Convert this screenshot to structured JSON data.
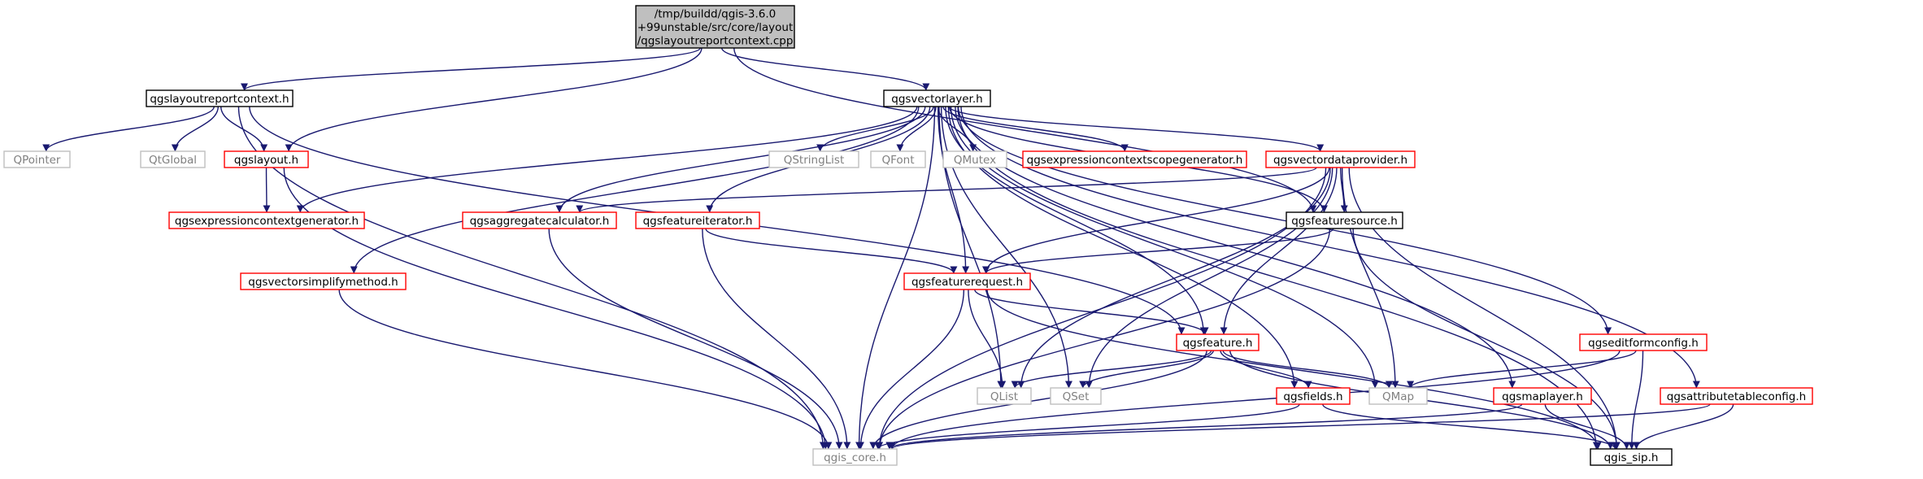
{
  "colors": {
    "edge": "#191970",
    "root_fill": "#bfbfbf",
    "root_stroke": "#000000",
    "plain_stroke": "#000000",
    "missing_stroke": "#ff0000",
    "external_stroke": "#bfbfbf",
    "external_text": "#808080"
  },
  "nodes": [
    {
      "id": "root",
      "lines": [
        "/tmp/buildd/qgis-3.6.0",
        "+99unstable/src/core/layout",
        "/qgslayoutreportcontext.cpp"
      ],
      "style": "root"
    },
    {
      "id": "reportctx",
      "lines": [
        "qgslayoutreportcontext.h"
      ],
      "style": "plain"
    },
    {
      "id": "vectorlayer",
      "lines": [
        "qgsvectorlayer.h"
      ],
      "style": "plain"
    },
    {
      "id": "qpointer",
      "lines": [
        "QPointer"
      ],
      "style": "external"
    },
    {
      "id": "qtglobal",
      "lines": [
        "QtGlobal"
      ],
      "style": "external"
    },
    {
      "id": "layout",
      "lines": [
        "qgslayout.h"
      ],
      "style": "missing"
    },
    {
      "id": "exprctxgen",
      "lines": [
        "qgsexpressioncontextgenerator.h"
      ],
      "style": "missing"
    },
    {
      "id": "qstringlist",
      "lines": [
        "QStringList"
      ],
      "style": "external"
    },
    {
      "id": "qfont",
      "lines": [
        "QFont"
      ],
      "style": "external"
    },
    {
      "id": "qmutex",
      "lines": [
        "QMutex"
      ],
      "style": "external"
    },
    {
      "id": "exprscopegen",
      "lines": [
        "qgsexpressioncontextscopegenerator.h"
      ],
      "style": "missing"
    },
    {
      "id": "vdp",
      "lines": [
        "qgsvectordataprovider.h"
      ],
      "style": "missing"
    },
    {
      "id": "aggcalc",
      "lines": [
        "qgsaggregatecalculator.h"
      ],
      "style": "missing"
    },
    {
      "id": "featiter",
      "lines": [
        "qgsfeatureiterator.h"
      ],
      "style": "missing"
    },
    {
      "id": "featsource",
      "lines": [
        "qgsfeaturesource.h"
      ],
      "style": "plain"
    },
    {
      "id": "simplify",
      "lines": [
        "qgsvectorsimplifymethod.h"
      ],
      "style": "missing"
    },
    {
      "id": "featreq",
      "lines": [
        "qgsfeaturerequest.h"
      ],
      "style": "missing"
    },
    {
      "id": "feature",
      "lines": [
        "qgsfeature.h"
      ],
      "style": "missing"
    },
    {
      "id": "editform",
      "lines": [
        "qgseditformconfig.h"
      ],
      "style": "missing"
    },
    {
      "id": "qlist",
      "lines": [
        "QList"
      ],
      "style": "external"
    },
    {
      "id": "qset",
      "lines": [
        "QSet"
      ],
      "style": "external"
    },
    {
      "id": "fields",
      "lines": [
        "qgsfields.h"
      ],
      "style": "missing"
    },
    {
      "id": "qmap",
      "lines": [
        "QMap"
      ],
      "style": "external"
    },
    {
      "id": "maplayer",
      "lines": [
        "qgsmaplayer.h"
      ],
      "style": "missing"
    },
    {
      "id": "attrtable",
      "lines": [
        "qgsattributetableconfig.h"
      ],
      "style": "missing"
    },
    {
      "id": "core",
      "lines": [
        "qgis_core.h"
      ],
      "style": "external"
    },
    {
      "id": "sip",
      "lines": [
        "qgis_sip.h"
      ],
      "style": "plain"
    }
  ],
  "edges": [
    [
      "root",
      "reportctx"
    ],
    [
      "root",
      "vectorlayer"
    ],
    [
      "root",
      "layout"
    ],
    [
      "root",
      "featsource"
    ],
    [
      "reportctx",
      "qpointer"
    ],
    [
      "reportctx",
      "qtglobal"
    ],
    [
      "reportctx",
      "layout"
    ],
    [
      "reportctx",
      "core"
    ],
    [
      "reportctx",
      "feature"
    ],
    [
      "layout",
      "exprctxgen"
    ],
    [
      "layout",
      "core"
    ],
    [
      "vectorlayer",
      "qstringlist"
    ],
    [
      "vectorlayer",
      "qfont"
    ],
    [
      "vectorlayer",
      "qmutex"
    ],
    [
      "vectorlayer",
      "exprscopegen"
    ],
    [
      "vectorlayer",
      "vdp"
    ],
    [
      "vectorlayer",
      "exprctxgen"
    ],
    [
      "vectorlayer",
      "aggcalc"
    ],
    [
      "vectorlayer",
      "featiter"
    ],
    [
      "vectorlayer",
      "simplify"
    ],
    [
      "vectorlayer",
      "featreq"
    ],
    [
      "vectorlayer",
      "featsource"
    ],
    [
      "vectorlayer",
      "feature"
    ],
    [
      "vectorlayer",
      "editform"
    ],
    [
      "vectorlayer",
      "qlist"
    ],
    [
      "vectorlayer",
      "qset"
    ],
    [
      "vectorlayer",
      "fields"
    ],
    [
      "vectorlayer",
      "qmap"
    ],
    [
      "vectorlayer",
      "maplayer"
    ],
    [
      "vectorlayer",
      "attrtable"
    ],
    [
      "vectorlayer",
      "core"
    ],
    [
      "vectorlayer",
      "sip"
    ],
    [
      "vdp",
      "aggcalc"
    ],
    [
      "vdp",
      "featsource"
    ],
    [
      "vdp",
      "featreq"
    ],
    [
      "vdp",
      "feature"
    ],
    [
      "vdp",
      "qlist"
    ],
    [
      "vdp",
      "qset"
    ],
    [
      "vdp",
      "qmap"
    ],
    [
      "vdp",
      "core"
    ],
    [
      "vdp",
      "sip"
    ],
    [
      "aggcalc",
      "core"
    ],
    [
      "featiter",
      "featreq"
    ],
    [
      "featiter",
      "core"
    ],
    [
      "featsource",
      "featreq"
    ],
    [
      "featsource",
      "core"
    ],
    [
      "featsource",
      "sip"
    ],
    [
      "simplify",
      "core"
    ],
    [
      "featreq",
      "feature"
    ],
    [
      "featreq",
      "qlist"
    ],
    [
      "featreq",
      "core"
    ],
    [
      "featreq",
      "sip"
    ],
    [
      "feature",
      "qlist"
    ],
    [
      "feature",
      "qset"
    ],
    [
      "feature",
      "fields"
    ],
    [
      "feature",
      "qmap"
    ],
    [
      "feature",
      "core"
    ],
    [
      "feature",
      "sip"
    ],
    [
      "editform",
      "qmap"
    ],
    [
      "editform",
      "core"
    ],
    [
      "editform",
      "sip"
    ],
    [
      "fields",
      "core"
    ],
    [
      "fields",
      "sip"
    ],
    [
      "maplayer",
      "core"
    ],
    [
      "maplayer",
      "sip"
    ],
    [
      "attrtable",
      "core"
    ],
    [
      "attrtable",
      "sip"
    ]
  ]
}
